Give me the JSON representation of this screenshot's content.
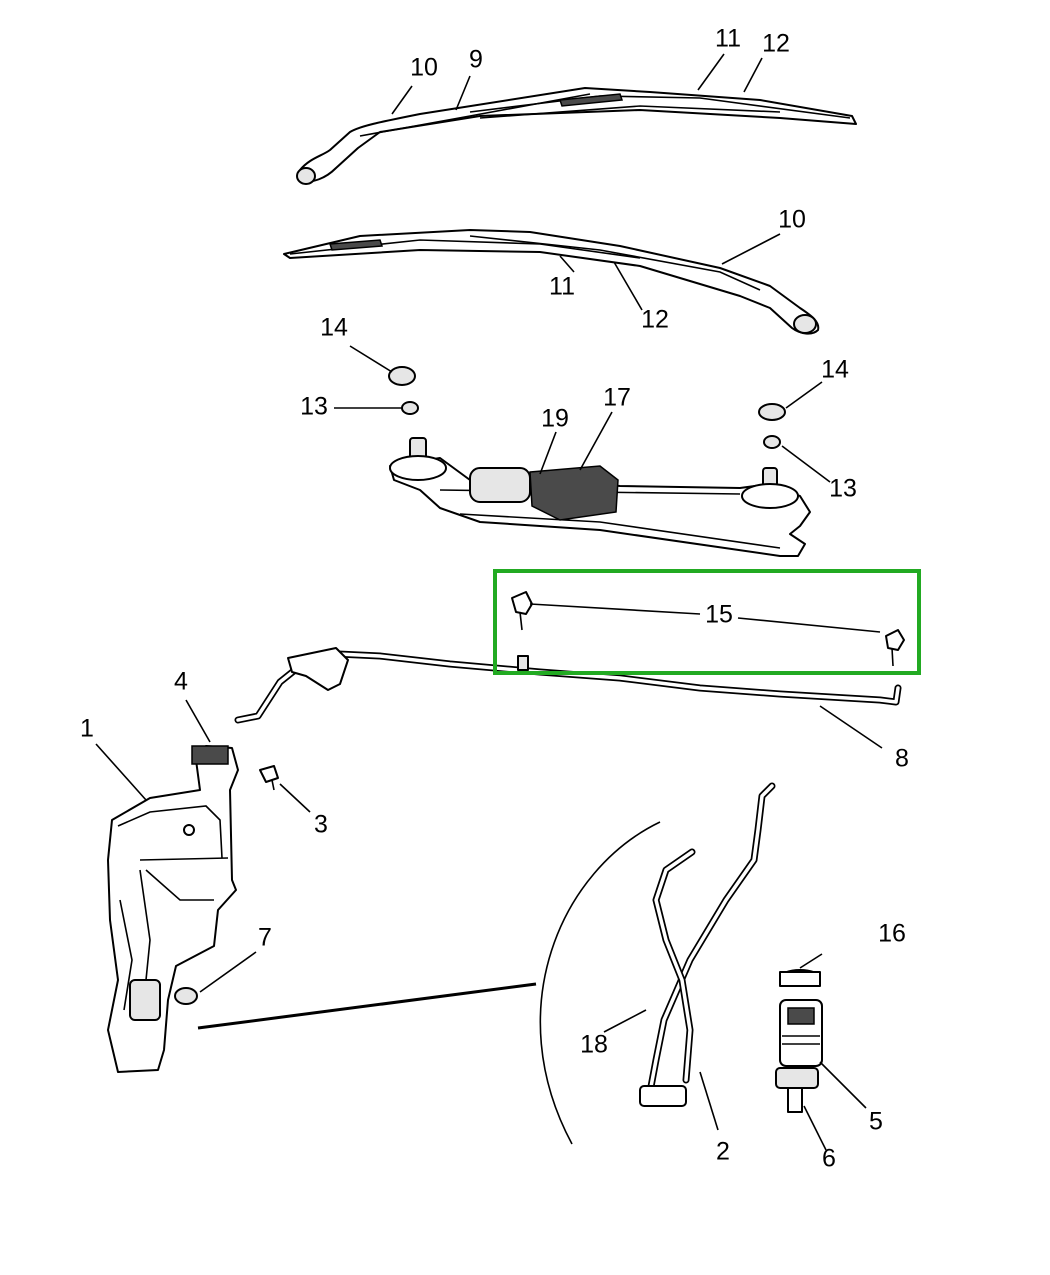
{
  "callouts": {
    "c1": "1",
    "c2": "2",
    "c3": "3",
    "c4": "4",
    "c5": "5",
    "c6": "6",
    "c7": "7",
    "c8": "8",
    "c9": "9",
    "c10a": "10",
    "c10b": "10",
    "c11a": "11",
    "c11b": "11",
    "c12a": "12",
    "c12b": "12",
    "c13a": "13",
    "c13b": "13",
    "c14a": "14",
    "c14b": "14",
    "c15": "15",
    "c16": "16",
    "c17": "17",
    "c18": "18",
    "c19": "19"
  },
  "colors": {
    "highlight_box": "#22aa22",
    "line": "#000000",
    "background": "#ffffff"
  }
}
